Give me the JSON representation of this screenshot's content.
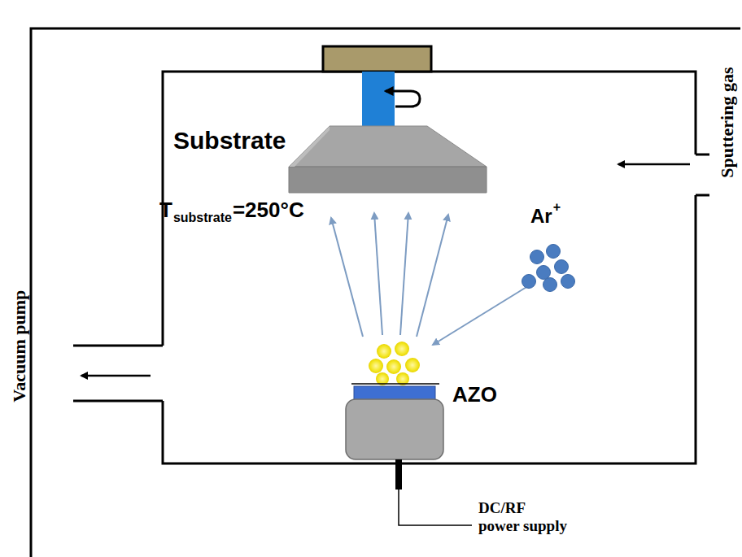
{
  "diagram": {
    "labels": [
      "Substrate",
      "T",
      "substrate",
      "=250°C",
      "Ar",
      "+",
      "AZO",
      "Sputtering gas",
      "Vacuum pump",
      "DC/RF power supply"
    ]
  }
}
